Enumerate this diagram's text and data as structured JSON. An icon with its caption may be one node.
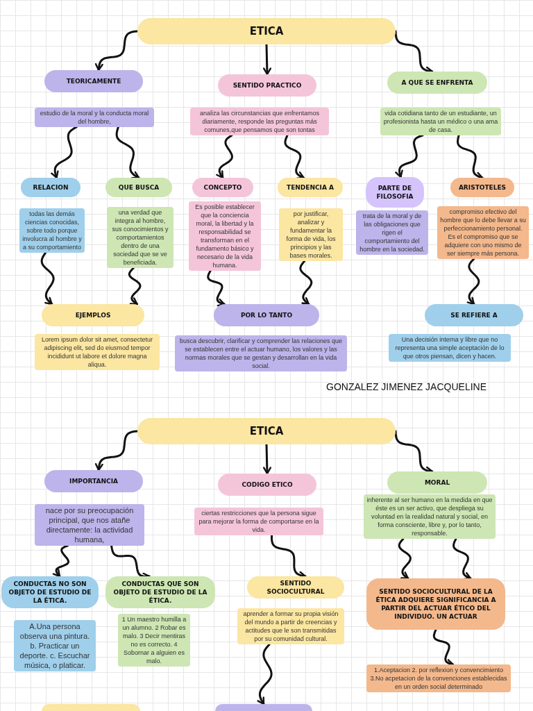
{
  "diagram": {
    "nodes": [
      {
        "text": [
          "ETICA"
        ]
      },
      {
        "text": [
          "TEORICAMENTE"
        ]
      },
      {
        "text": [
          "estudio de la moral y la conducta moral del hombre,"
        ]
      },
      {
        "text": [
          "SENTIDO PRACTICO"
        ]
      },
      {
        "text": [
          "analiza las circunstancias que enfrentamos diariamente, responde las preguntas más comunes,que pensamos que son tontas"
        ]
      },
      {
        "text": [
          "A QUE SE ENFRENTA"
        ]
      },
      {
        "text": [
          "vida cotidiana tanto de un estudiante, un profesionista hasta un médico o una ama de casa."
        ]
      },
      {
        "text": [
          "RELACION"
        ]
      },
      {
        "text": [
          "QUE BUSCA"
        ]
      },
      {
        "text": [
          "CONCEPTO"
        ]
      },
      {
        "text": [
          "TENDENCIA A"
        ]
      },
      {
        "text": [
          "PARTE DE FILOSOFIA"
        ]
      },
      {
        "text": [
          "ARISTOTELES"
        ]
      },
      {
        "text": [
          "todas las demás ciencias conocidas, sobre todo porque involucra al hombre y a su comportamiento"
        ]
      },
      {
        "text": [
          "una verdad que integra al hombre, sus conocimientos y comportamientos dentro de una sociedad que se ve beneficiada."
        ]
      },
      {
        "text": [
          "Es posible establecer que la conciencia moral, la libertad y la responsabilidad se transforman en el fundamento básico y necesario de la vida humana."
        ]
      },
      {
        "text": [
          "por justificar, analizar y fundamentar la forma de vida, los principios y las bases morales."
        ]
      },
      {
        "text": [
          "trata de la moral y de las obligaciones que rigen el comportamiento del hombre en la sociedad."
        ]
      },
      {
        "text": [
          "compromiso efectivo del hombre que lo debe llevar a su perfeccionamiento personal. Es el compromiso que se adquiere con uno mismo de ser siempre más persona."
        ]
      },
      {
        "text": [
          "EJEMPLOS"
        ]
      },
      {
        "text": [
          "POR LO TANTO"
        ]
      },
      {
        "text": [
          "SE REFIERE A"
        ]
      },
      {
        "text": [
          "Lorem ipsum dolor sit amet, consectetur adipiscing elit, sed do eiusmod tempor incididunt ut labore et dolore magna aliqua."
        ]
      },
      {
        "text": [
          "busca descubrir, clarificar y comprender las relaciones que se establecen entre el actuar humano, los valores y las normas morales que se gestan y desarrollan en la vida social."
        ]
      },
      {
        "text": [
          "Una  decisión interna y libre que no representa una simple aceptación de lo que otros piensan, dicen y hacen."
        ]
      },
      {
        "text": [
          "ETICA"
        ]
      },
      {
        "text": [
          "IMPORTANCIA"
        ]
      },
      {
        "text": [
          "nace por su preocupación principal, que nos atañe directamente: la actividad humana,"
        ]
      },
      {
        "text": [
          "CODIGO ETICO"
        ]
      },
      {
        "text": [
          "ciertas restricciones que la persona sigue para mejorar la forma de comportarse en la vida."
        ]
      },
      {
        "text": [
          "MORAL"
        ]
      },
      {
        "text": [
          "inherente al ser humano en la medida en que éste es un ser activo, que despliega su voluntad en la realidad natural y social, en forma consciente, libre y, por lo tanto, responsable."
        ]
      },
      {
        "text": [
          "CONDUCTAS  NO SON OBJETO DE ESTUDIO DE LA ÉTICA."
        ]
      },
      {
        "text": [
          "CONDUCTAS QUE SON OBJETO DE ESTUDIO DE LA ÉTICA."
        ]
      },
      {
        "text": [
          "SENTIDO SOCIOCULTURAL"
        ]
      },
      {
        "text": [
          "SENTIDO SOCIOCULTURAL DE LA ÉTICA ADQUIERE SIGNIFICANCIA A PARTIR DEL ACTUAR ÉTICO DEL INDIVIDUO. UN ACTUAR"
        ]
      },
      {
        "text": [
          "A.Una persona observa una pintura. b. Practicar un deporte. c. Escuchar música, o platicar."
        ]
      },
      {
        "text": [
          "1 Un maestro humilla a un alumno. 2 Robar es malo. 3 Decir mentiras no es correcto. 4 Sobornar a alguien es malo."
        ]
      },
      {
        "text": [
          "aprender a formar su propia visión del mundo a partir de creencias y actitudes que le son transmitidas por su comunidad cultural."
        ]
      },
      {
        "text": [
          "1.Aceptacion 2. por reflexion y convencimiento 3.No acpetacion de la convenciones establecidas en un orden social determinado"
        ]
      },
      {
        "text": [],
        "shape": "box"
      },
      {
        "text": [],
        "shape": "box"
      }
    ],
    "edges": [
      {
        "from": 0,
        "to": 1,
        "arrow": "to"
      },
      {
        "from": 0,
        "to": 3,
        "arrow": "to"
      },
      {
        "from": 0,
        "to": 5,
        "arrow": "to"
      },
      {
        "from": 2,
        "to": 7,
        "arrow": "to"
      },
      {
        "from": 2,
        "to": 8,
        "arrow": "to"
      },
      {
        "from": 4,
        "to": 9,
        "arrow": "to"
      },
      {
        "from": 4,
        "to": 10,
        "arrow": "to"
      },
      {
        "from": 6,
        "to": 11,
        "arrow": "to"
      },
      {
        "from": 6,
        "to": 12,
        "arrow": "to"
      },
      {
        "from": 13,
        "to": 19,
        "arrow": "to"
      },
      {
        "from": 14,
        "to": 19,
        "arrow": "to"
      },
      {
        "from": 15,
        "to": 20,
        "arrow": "to"
      },
      {
        "from": 16,
        "to": 20,
        "arrow": "to"
      },
      {
        "from": 18,
        "to": 21,
        "arrow": "to"
      },
      {
        "from": 25,
        "to": 26,
        "arrow": "to"
      },
      {
        "from": 25,
        "to": 28,
        "arrow": "to"
      },
      {
        "from": 25,
        "to": 30,
        "arrow": "to"
      },
      {
        "from": 27,
        "to": 32,
        "arrow": "to"
      },
      {
        "from": 27,
        "to": 33,
        "arrow": "to"
      },
      {
        "from": 29,
        "to": 34,
        "arrow": "to"
      },
      {
        "from": 31,
        "to": 35,
        "arrow": "to"
      },
      {
        "from": 31,
        "to": 35,
        "arrow": "to"
      },
      {
        "from": 35,
        "to": 39,
        "arrow": "to"
      },
      {
        "from": 38,
        "to": 41,
        "arrow": "to"
      }
    ],
    "labels": [
      "GONZALEZ JIMENEZ JACQUELINE"
    ]
  }
}
